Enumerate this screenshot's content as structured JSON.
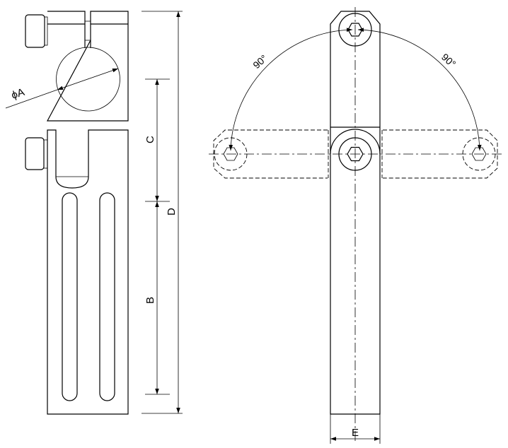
{
  "drawing": {
    "dimensions": {
      "diameter_label": "ϕA",
      "c_label": "C",
      "b_label": "B",
      "d_label": "D",
      "e_label": "E",
      "angle_left": "90°",
      "angle_right": "90°"
    }
  }
}
